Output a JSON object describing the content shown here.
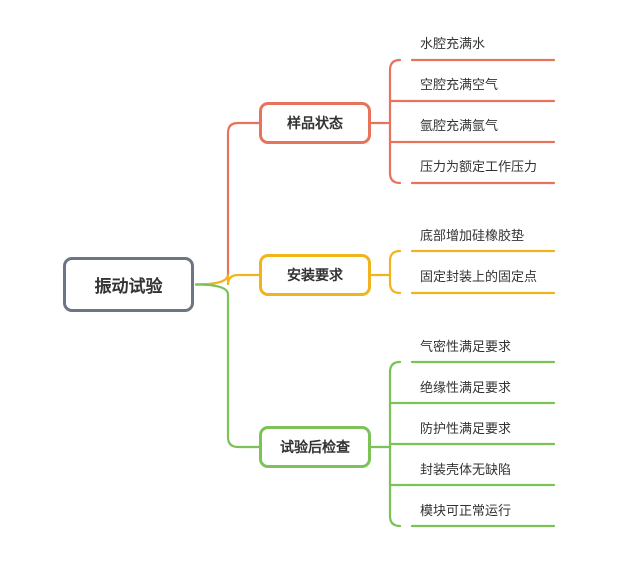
{
  "root": {
    "label": "振动试验"
  },
  "branches": [
    {
      "label": "样品状态",
      "color": "#e8735d",
      "children": [
        "水腔充满水",
        "空腔充满空气",
        "氩腔充满氩气",
        "压力为额定工作压力"
      ]
    },
    {
      "label": "安装要求",
      "color": "#f2b41e",
      "children": [
        "底部增加硅橡胶垫",
        "固定封装上的固定点"
      ]
    },
    {
      "label": "试验后检查",
      "color": "#7cc257",
      "children": [
        "气密性满足要求",
        "绝缘性满足要求",
        "防护性满足要求",
        "封装壳体无缺陷",
        "模块可正常运行"
      ]
    }
  ]
}
